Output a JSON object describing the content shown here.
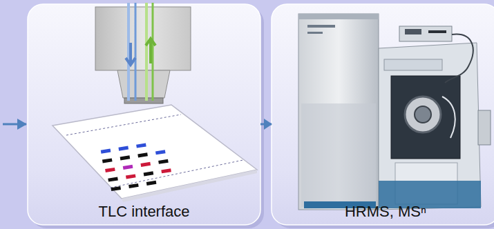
{
  "diagram": {
    "nodes": [
      {
        "text": [
          "TLC interface"
        ]
      },
      {
        "text": [
          "HRMS, MSⁿ"
        ]
      }
    ],
    "edges": [
      {
        "from": 0,
        "to": 1,
        "arrow": "to"
      }
    ]
  }
}
